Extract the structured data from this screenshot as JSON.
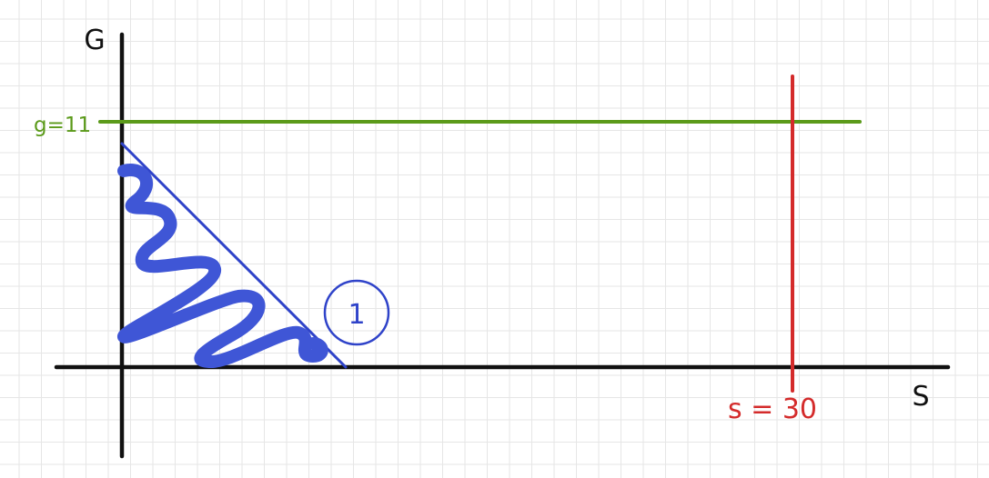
{
  "diagram": {
    "y_axis_label": "G",
    "x_axis_label": "S",
    "green_line": {
      "label": "g=11",
      "color": "#5b9a1a"
    },
    "red_line": {
      "label": "s = 30",
      "color": "#d42b2b"
    },
    "region_marker": {
      "label": "1",
      "color": "#2f43c9"
    },
    "squiggle_color": "#3f56d6",
    "axis_color": "#111111"
  }
}
